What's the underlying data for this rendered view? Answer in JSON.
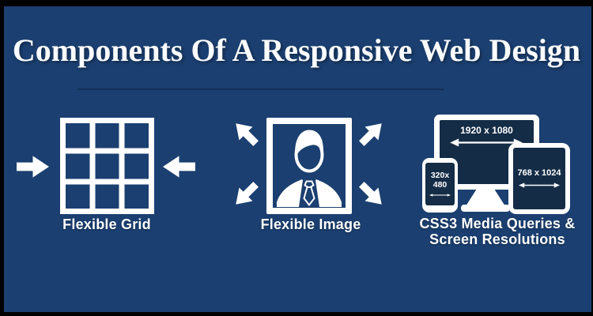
{
  "title": "Components Of A Responsive Web Design",
  "colors": {
    "background": "#1b3f70",
    "device_screen": "#142c46",
    "icon_white": "#ffffff",
    "edge_frame": "#020202"
  },
  "sections": {
    "grid": {
      "label": "Flexible Grid",
      "icon": "grid-3x3-icon",
      "arrows": [
        "arrow-right-icon",
        "arrow-left-icon"
      ]
    },
    "image": {
      "label": "Flexible Image",
      "icon": "framed-portrait-icon",
      "arrows": [
        "arrow-up-left-icon",
        "arrow-up-right-icon",
        "arrow-down-left-icon",
        "arrow-down-right-icon"
      ]
    },
    "media": {
      "label_line1": "CSS3 Media Queries &",
      "label_line2": "Screen Resolutions",
      "monitor": {
        "icon": "desktop-monitor-icon",
        "resolution": "1920 x 1080"
      },
      "phone": {
        "icon": "smartphone-icon",
        "resolution_line1": "320x",
        "resolution_line2": "480"
      },
      "tablet": {
        "icon": "tablet-icon",
        "resolution": "768 x 1024"
      }
    }
  }
}
